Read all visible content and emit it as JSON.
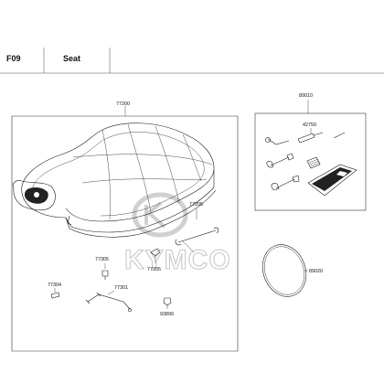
{
  "header": {
    "code": "F09",
    "title": "Seat"
  },
  "watermark": {
    "brand": "KYMCO"
  },
  "parts": {
    "seat_assembly": "77200",
    "hook_upper": "77205",
    "hook_lower": "77205",
    "bolt_left": "77305",
    "rubber": "77304",
    "cable": "77301",
    "clip": "93890",
    "tool_kit": "89010",
    "screwdriver": "42750",
    "tool_ring": "89020"
  }
}
